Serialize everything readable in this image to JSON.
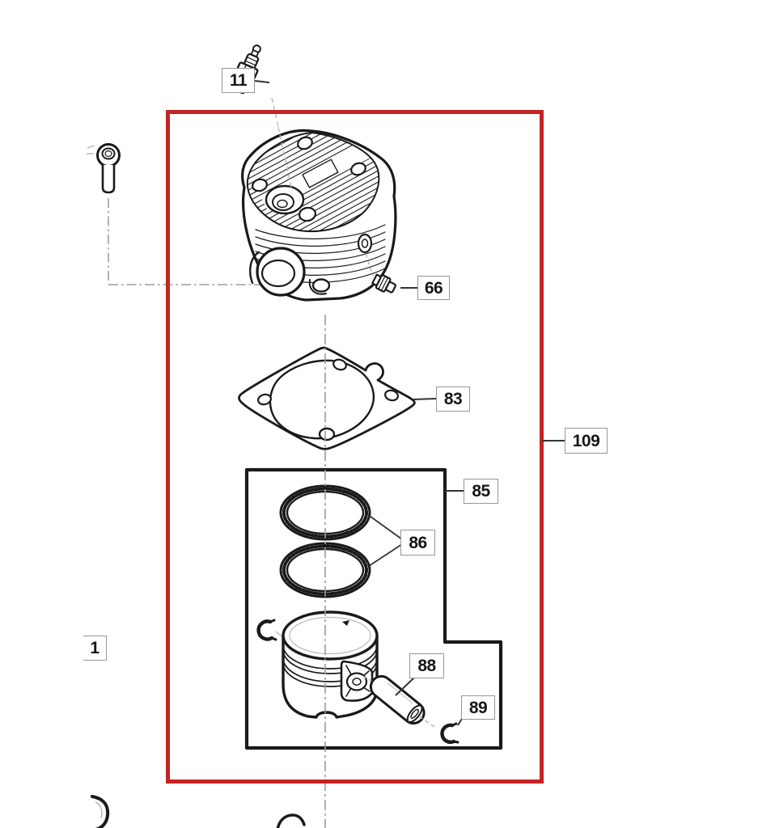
{
  "colors": {
    "highlight": "#c32424",
    "ink": "#1a1a1a",
    "label_border": "#979797",
    "centerline": "#9b9b9b",
    "connector": "#333333",
    "watermark": "#e7e7e7"
  },
  "callouts": [
    {
      "text": "11",
      "part": "spark-plug"
    },
    {
      "text": "66",
      "part": "decompression-plug"
    },
    {
      "text": "83",
      "part": "cylinder-base-gasket"
    },
    {
      "text": "109",
      "part": "cylinder-piston-assembly"
    },
    {
      "text": "85",
      "part": "piston-assembly-group"
    },
    {
      "text": "86",
      "part": "piston-rings"
    },
    {
      "text": "88",
      "part": "piston-pin"
    },
    {
      "text": "89",
      "part": "piston-pin-circlip"
    },
    {
      "text": "1",
      "part": "partial-callout-left-edge"
    }
  ],
  "parts": [
    "spark-plug",
    "cylinder-mount-bolt",
    "cylinder-head",
    "decompression-plug",
    "cylinder-base-gasket",
    "piston-ring-top",
    "piston-ring-bottom",
    "piston",
    "circlip-left",
    "piston-pin",
    "circlip-right"
  ]
}
